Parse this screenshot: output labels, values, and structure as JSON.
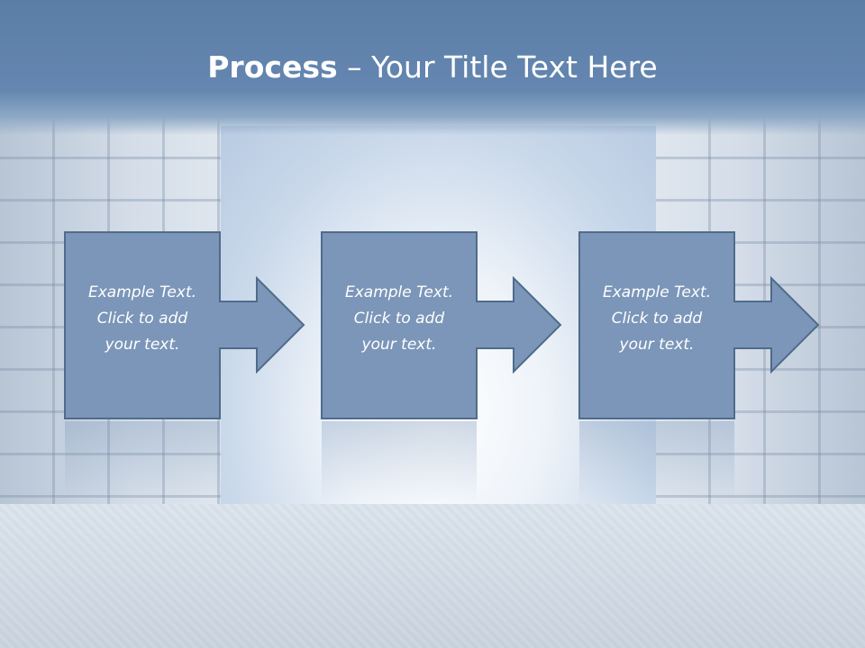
{
  "slide": {
    "title_bold": "Process",
    "title_rest": " – Your Title Text Here",
    "colors": {
      "header": "#5b7ea7",
      "box_fill": "#7b96b8",
      "box_stroke": "#506b8a",
      "text": "#ffffff"
    },
    "steps": [
      {
        "lines": [
          "Example Text.",
          "Click  to add",
          "your text."
        ]
      },
      {
        "lines": [
          "Example Text.",
          "Click  to add",
          "your text."
        ]
      },
      {
        "lines": [
          "Example Text.",
          "Click  to add",
          "your text."
        ]
      }
    ],
    "background": "server-rack-corridor-with-sky"
  }
}
